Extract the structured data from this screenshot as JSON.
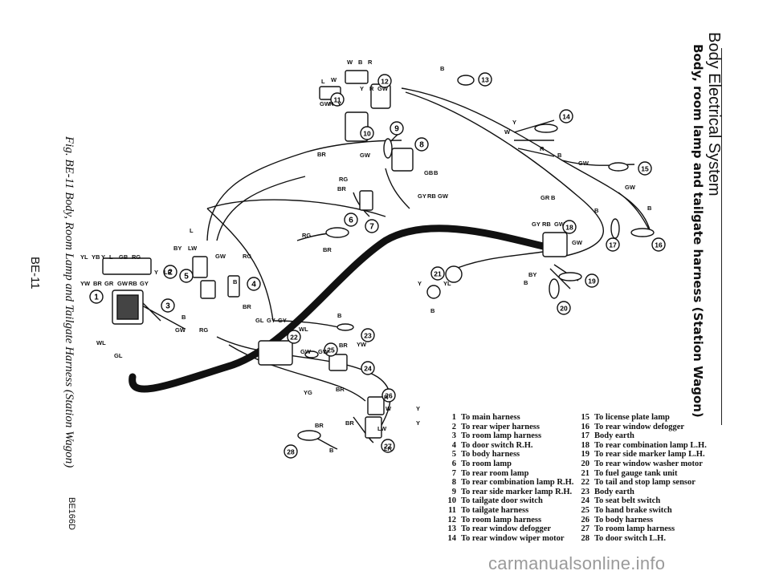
{
  "header": {
    "section_title": "Body Electrical System",
    "figure_heading": "Body, room lamp and tailgate harness (Station Wagon)"
  },
  "caption": {
    "figure": "Fig. BE-11 Body, Room Lamp and Tailgate Harness (Station Wagon)",
    "page_number": "BE-11",
    "code": "BE166D"
  },
  "watermark": "carmanualsonline.info",
  "callout_numbers": [
    "1",
    "2",
    "3",
    "4",
    "5",
    "6",
    "7",
    "8",
    "9",
    "10",
    "11",
    "12",
    "13",
    "14",
    "15",
    "16",
    "17",
    "18",
    "19",
    "20",
    "21",
    "22",
    "23",
    "24",
    "25",
    "26",
    "27",
    "28"
  ],
  "wire_labels": [
    "W",
    "B",
    "R",
    "L",
    "W",
    "Y",
    "R",
    "GW",
    "GW",
    "R",
    "Y",
    "B",
    "BR",
    "GW",
    "Y",
    "W",
    "R",
    "B",
    "GW",
    "GW",
    "B",
    "B",
    "RG",
    "BR",
    "GB",
    "B",
    "GY",
    "RB",
    "GW",
    "GR",
    "B",
    "GY",
    "RB",
    "GW",
    "GW",
    "BY",
    "B",
    "RG",
    "BR",
    "L",
    "BY",
    "LW",
    "YL",
    "YB",
    "Y",
    "L",
    "GB",
    "RG",
    "YW",
    "BR",
    "GR",
    "GW",
    "RB",
    "GY",
    "Y",
    "LR",
    "GW",
    "RG",
    "B",
    "BR",
    "GL",
    "GY",
    "GY",
    "B",
    "GW",
    "RG",
    "WL",
    "GL",
    "Y",
    "YL",
    "B",
    "B",
    "BR",
    "YW",
    "GW",
    "GW",
    "WL",
    "YG",
    "BR",
    "R",
    "W",
    "Y",
    "LW",
    "Y",
    "LR",
    "BR",
    "BR",
    "B"
  ],
  "legend": {
    "left": [
      {
        "num": "1",
        "label": "To main harness"
      },
      {
        "num": "2",
        "label": "To rear wiper harness"
      },
      {
        "num": "3",
        "label": "To room lamp harness"
      },
      {
        "num": "4",
        "label": "To door switch R.H."
      },
      {
        "num": "5",
        "label": "To body harness"
      },
      {
        "num": "6",
        "label": "To room lamp"
      },
      {
        "num": "7",
        "label": "To rear room lamp"
      },
      {
        "num": "8",
        "label": "To rear combination lamp R.H."
      },
      {
        "num": "9",
        "label": "To rear side marker lamp R.H."
      },
      {
        "num": "10",
        "label": "To tailgate door switch"
      },
      {
        "num": "11",
        "label": "To tailgate harness"
      },
      {
        "num": "12",
        "label": "To room lamp harness"
      },
      {
        "num": "13",
        "label": "To rear window defogger"
      },
      {
        "num": "14",
        "label": "To rear window wiper motor"
      }
    ],
    "right": [
      {
        "num": "15",
        "label": "To license plate lamp"
      },
      {
        "num": "16",
        "label": "To rear window defogger"
      },
      {
        "num": "17",
        "label": "Body earth"
      },
      {
        "num": "18",
        "label": "To rear combination lamp L.H."
      },
      {
        "num": "19",
        "label": "To rear side marker lamp L.H."
      },
      {
        "num": "20",
        "label": "To rear window washer motor"
      },
      {
        "num": "21",
        "label": "To fuel gauge tank unit"
      },
      {
        "num": "22",
        "label": "To tail and stop lamp sensor"
      },
      {
        "num": "23",
        "label": "Body earth"
      },
      {
        "num": "24",
        "label": "To seat belt switch"
      },
      {
        "num": "25",
        "label": "To hand brake switch"
      },
      {
        "num": "26",
        "label": "To body harness"
      },
      {
        "num": "27",
        "label": "To room lamp harness"
      },
      {
        "num": "28",
        "label": "To door switch L.H."
      }
    ]
  }
}
